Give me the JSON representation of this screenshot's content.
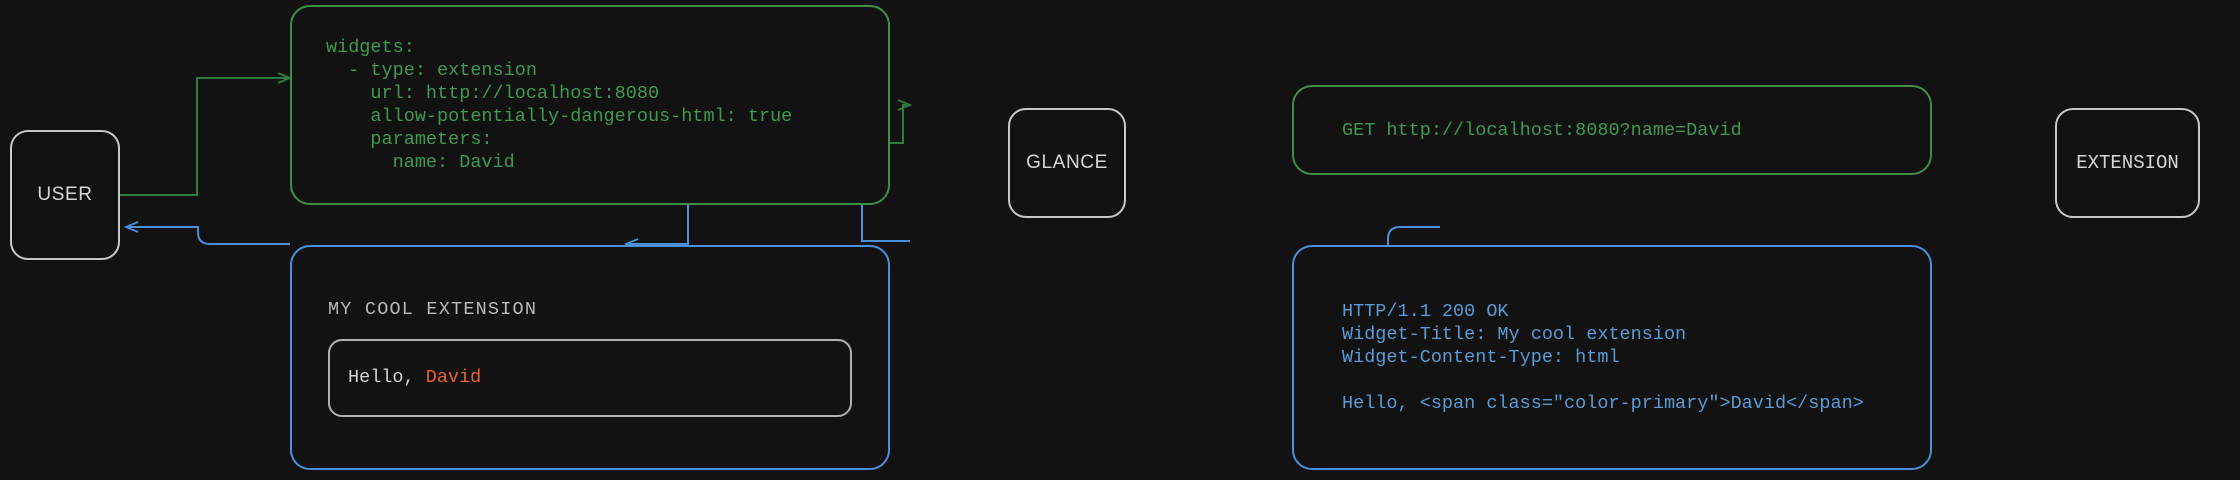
{
  "diagram": {
    "type": "flow-sequence",
    "background_color": "#121212",
    "colors": {
      "request_green": "#3d9a4e",
      "response_blue": "#5b9bd5",
      "node_border": "#c8c8c8",
      "node_text": "#d6d6d6",
      "accent_orange": "#e8622c",
      "widget_border": "#b0b0b0"
    },
    "nodes": [
      {
        "id": "user",
        "label": "USER"
      },
      {
        "id": "glance",
        "label": "GLANCE"
      },
      {
        "id": "extension",
        "label": "EXTENSION"
      }
    ]
  },
  "config_card": {
    "title": "widgets-yaml-config",
    "lines": [
      "widgets:",
      "  - type: extension",
      "    url: http://localhost:8080",
      "    allow-potentially-dangerous-html: true",
      "    parameters:",
      "      name: David"
    ],
    "text": "widgets:\n  - type: extension\n    url: http://localhost:8080\n    allow-potentially-dangerous-html: true\n    parameters:\n      name: David"
  },
  "request_card": {
    "title": "http-get-request",
    "text": "GET http://localhost:8080?name=David"
  },
  "response_card": {
    "title": "http-response",
    "lines": [
      "HTTP/1.1 200 OK",
      "Widget-Title: My cool extension",
      "Widget-Content-Type: html",
      "",
      "Hello, <span class=\"color-primary\">David</span>"
    ],
    "text": "HTTP/1.1 200 OK\nWidget-Title: My cool extension\nWidget-Content-Type: html\n\nHello, <span class=\"color-primary\">David</span>"
  },
  "widget_preview": {
    "title": "MY COOL EXTENSION",
    "greeting_prefix": "Hello, ",
    "greeting_name": "David"
  }
}
